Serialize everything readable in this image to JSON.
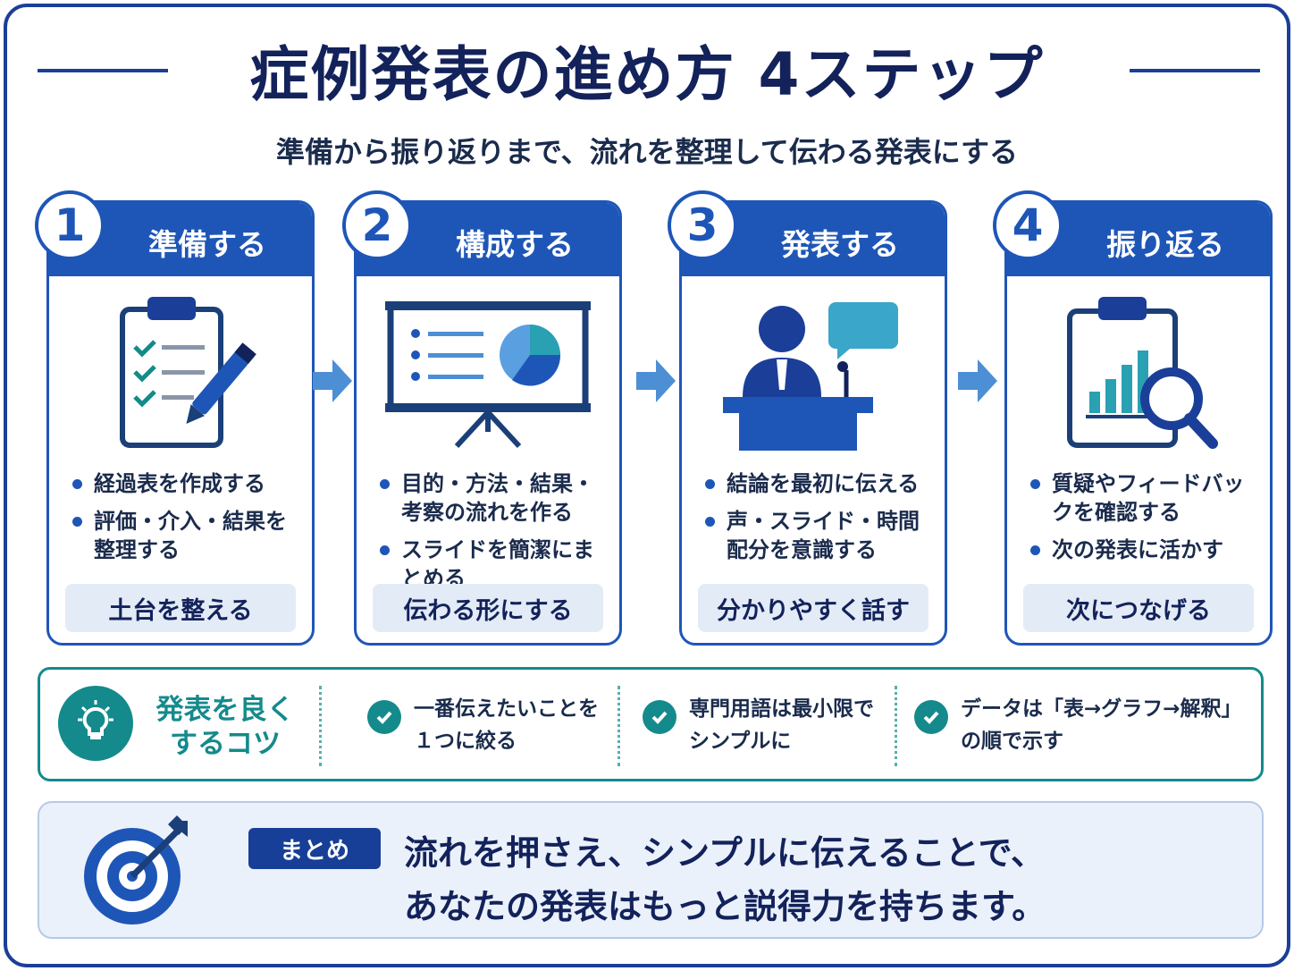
{
  "title": "症例発表の進め方 4ステップ",
  "subtitle": "準備から振り返りまで、流れを整理して伝わる発表にする",
  "steps": [
    {
      "number": "1",
      "title": "準備する",
      "icon": "clipboard-checklist-icon",
      "bullets": [
        "経過表を作成する",
        "評価・介入・結果を整理する"
      ],
      "footer": "土台を整える"
    },
    {
      "number": "2",
      "title": "構成する",
      "icon": "presentation-board-icon",
      "bullets": [
        "目的・方法・結果・考察の流れを作る",
        "スライドを簡潔にまとめる"
      ],
      "footer": "伝わる形にする"
    },
    {
      "number": "3",
      "title": "発表する",
      "icon": "speaker-podium-icon",
      "bullets": [
        "結論を最初に伝える",
        "声・スライド・時間配分を意識する"
      ],
      "footer": "分かりやすく話す"
    },
    {
      "number": "4",
      "title": "振り返る",
      "icon": "clipboard-analysis-icon",
      "bullets": [
        "質疑やフィードバックを確認する",
        "次の発表に活かす"
      ],
      "footer": "次につなげる"
    }
  ],
  "tips": {
    "title_line1": "発表を良く",
    "title_line2": "するコツ",
    "items": [
      {
        "line1": "一番伝えたいことを",
        "line2": "１つに絞る"
      },
      {
        "line1": "専門用語は最小限で",
        "line2": "シンプルに"
      },
      {
        "line1": "データは「表→グラフ→解釈」",
        "line2": "の順で示す"
      }
    ]
  },
  "summary": {
    "badge": "まとめ",
    "line1": "流れを押さえ、シンプルに伝えることで、",
    "line2": "あなたの発表はもっと説得力を持ちます。"
  },
  "colors": {
    "primary": "#1e56b8",
    "navy": "#13225a",
    "teal": "#148a8c",
    "light": "#e3ebf7"
  }
}
